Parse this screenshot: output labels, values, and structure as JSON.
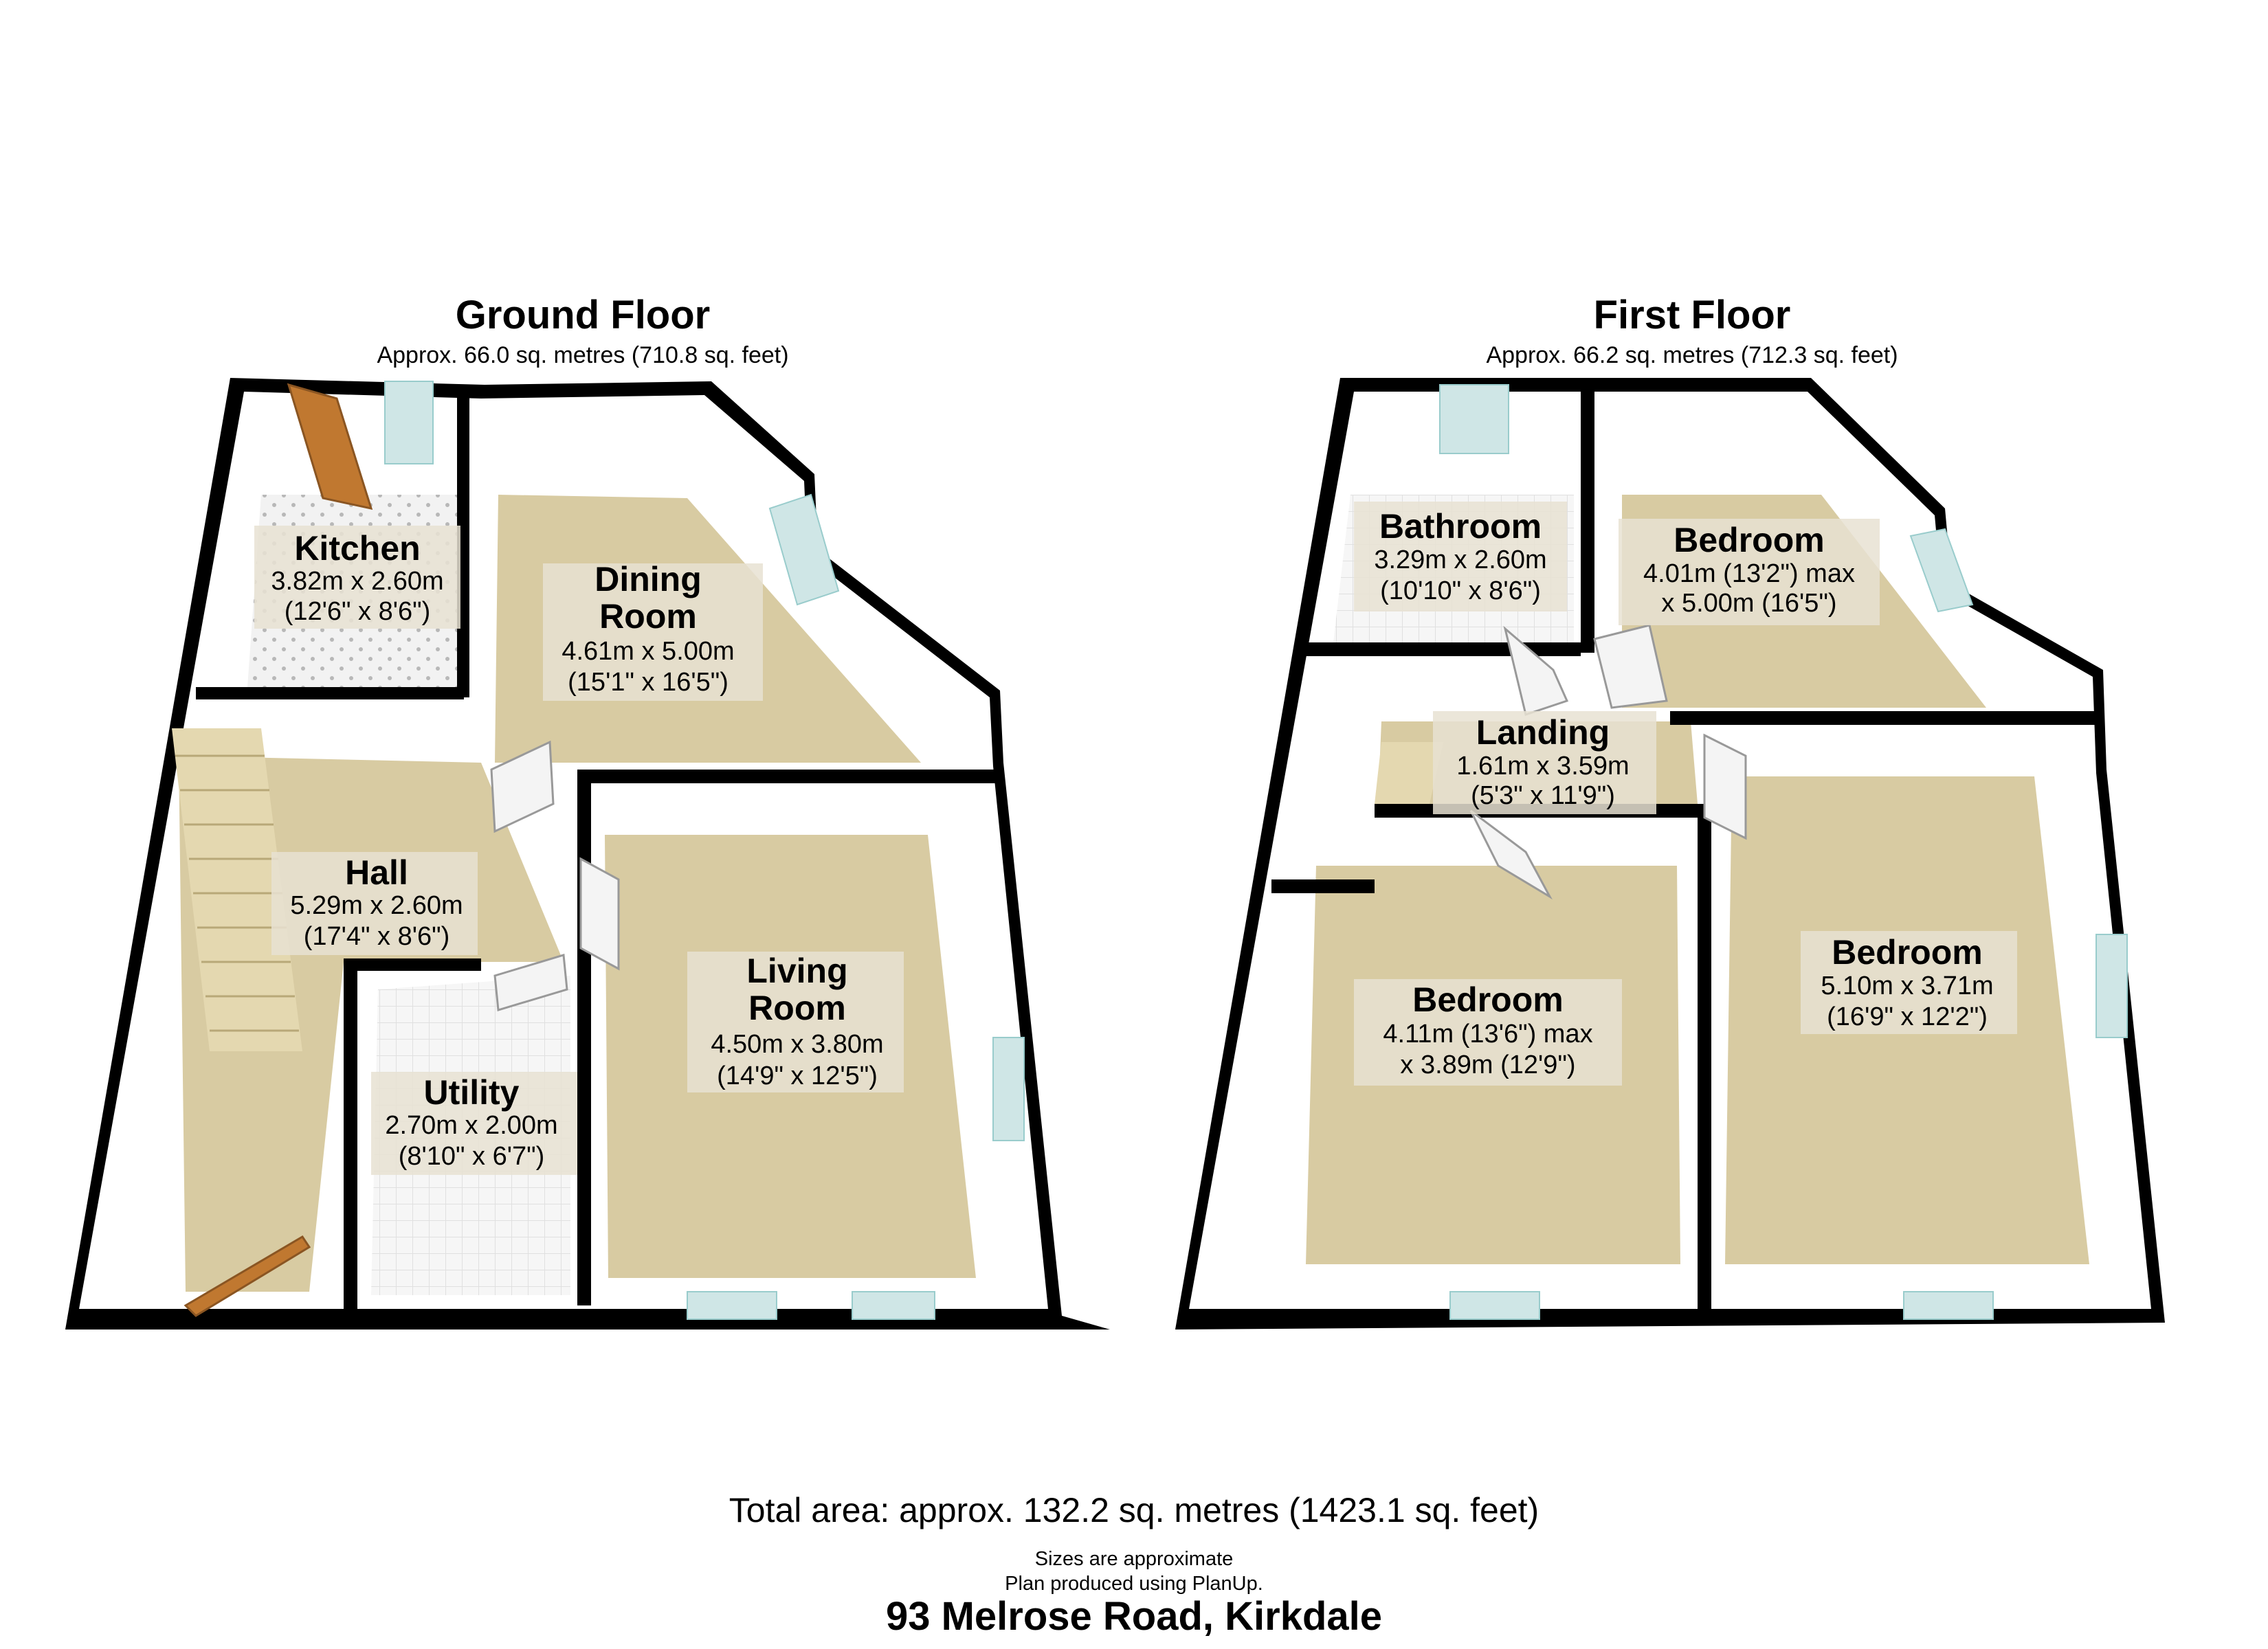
{
  "ground_floor": {
    "title": "Ground Floor",
    "area": "Approx. 66.0 sq. metres (710.8 sq. feet)",
    "rooms": [
      {
        "name": "Kitchen",
        "dims": "3.82m x 2.60m",
        "dims_imperial": "(12'6\" x 8'6\")"
      },
      {
        "name_line1": "Dining",
        "name_line2": "Room",
        "dims": "4.61m x 5.00m",
        "dims_imperial": "(15'1\" x 16'5\")"
      },
      {
        "name": "Hall",
        "dims": "5.29m x 2.60m",
        "dims_imperial": "(17'4\" x 8'6\")"
      },
      {
        "name": "Utility",
        "dims": "2.70m x 2.00m",
        "dims_imperial": "(8'10\" x 6'7\")"
      },
      {
        "name_line1": "Living",
        "name_line2": "Room",
        "dims": "4.50m x 3.80m",
        "dims_imperial": "(14'9\" x 12'5\")"
      }
    ]
  },
  "first_floor": {
    "title": "First Floor",
    "area": "Approx. 66.2 sq. metres (712.3 sq. feet)",
    "rooms": [
      {
        "name": "Bathroom",
        "dims": "3.29m x 2.60m",
        "dims_imperial": "(10'10\" x 8'6\")"
      },
      {
        "name": "Bedroom",
        "dims": "4.01m (13'2\") max",
        "dims_imperial": "x 5.00m (16'5\")"
      },
      {
        "name": "Landing",
        "dims": "1.61m x 3.59m",
        "dims_imperial": "(5'3\" x 11'9\")"
      },
      {
        "name": "Bedroom",
        "dims": "4.11m (13'6\") max",
        "dims_imperial": "x 3.89m (12'9\")"
      },
      {
        "name": "Bedroom",
        "dims": "5.10m x 3.71m",
        "dims_imperial": "(16'9\" x 12'2\")"
      }
    ]
  },
  "footer": {
    "total_area": "Total area: approx. 132.2 sq. metres (1423.1 sq. feet)",
    "note1": "Sizes are approximate",
    "note2": "Plan produced using PlanUp.",
    "address": "93 Melrose Road, Kirkdale"
  },
  "colors": {
    "carpet": "#d8cba2",
    "wall": "#000000",
    "window": "#cfe6e6",
    "door": "#c07830"
  }
}
